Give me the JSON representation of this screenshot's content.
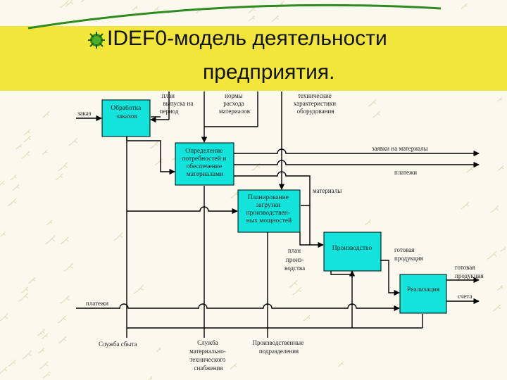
{
  "slide": {
    "title_line1": "IDEF0-модель деятельности",
    "title_line2": "предприятия.",
    "colors": {
      "band": "#f2e63a",
      "box_fill": "#12e4dc",
      "arc": "#2e8b1f",
      "background": "#fbf9ee"
    }
  },
  "diagram": {
    "boxes": [
      {
        "id": "orders",
        "lines": [
          "Обработка",
          "заказов"
        ]
      },
      {
        "id": "needs",
        "lines": [
          "Определение",
          "потребностей и",
          "обеспечение",
          "материалами"
        ]
      },
      {
        "id": "planning",
        "lines": [
          "Планирование",
          "загрузки",
          "производствен-",
          "ных мощностей"
        ]
      },
      {
        "id": "production",
        "lines": [
          "Производство"
        ]
      },
      {
        "id": "sales",
        "lines": [
          "Реализация"
        ]
      }
    ],
    "labels": {
      "order": "заказ",
      "output_plan": [
        "план",
        "выпуска на",
        "период"
      ],
      "material_norms": [
        "нормы",
        "расхода",
        "материалов"
      ],
      "equipment": [
        "технические",
        "характеристики",
        "оборудования"
      ],
      "material_requests": "заявки на материалы",
      "payments_out": "платежи",
      "materials": "материалы",
      "production_plan": [
        "план",
        "произ-",
        "водства"
      ],
      "finished_goods": [
        "готовая",
        "продукция"
      ],
      "finished_goods_out": [
        "готовая",
        "продукция"
      ],
      "invoices": "счета",
      "payments_in": "платежи",
      "sales_service": "Служба сбыта",
      "supply_service": [
        "Служба",
        "материально-",
        "технического",
        "снабжения"
      ],
      "production_units": [
        "Производственные",
        "подразделения"
      ]
    }
  }
}
